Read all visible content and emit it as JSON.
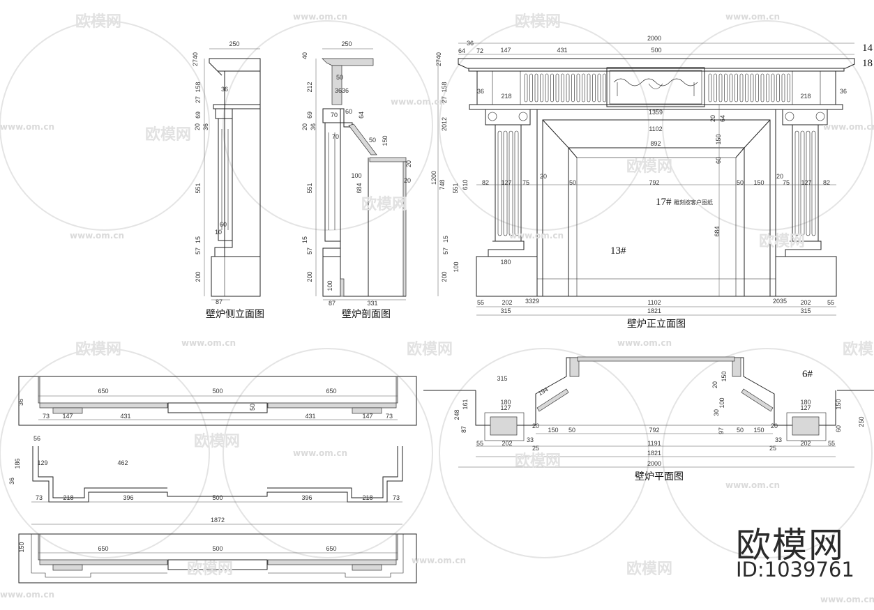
{
  "titles": {
    "side": "壁炉侧立面图",
    "section": "壁炉剖面图",
    "front": "壁炉正立面图",
    "plan": "壁炉平面图"
  },
  "labels": {
    "mark17": "17#",
    "carving_note": "雕刻按客户图纸",
    "mark13": "13#",
    "mark6": "6#",
    "edge14": "14",
    "edge18": "18"
  },
  "watermark": {
    "brand": "欧模网",
    "url": "www.om.cn",
    "id": "ID:1039761"
  },
  "dims": {
    "side": [
      "250",
      "2740",
      "158",
      "27",
      "36",
      "69",
      "20",
      "36",
      "551",
      "60",
      "10",
      "15",
      "57",
      "200",
      "87"
    ],
    "section": [
      "250",
      "40",
      "212",
      "50",
      "3636",
      "69",
      "70",
      "60",
      "64",
      "20",
      "36",
      "70",
      "50",
      "150",
      "20",
      "20",
      "100",
      "684",
      "551",
      "15",
      "57",
      "200",
      "100",
      "87",
      "331"
    ],
    "front": [
      "2000",
      "36",
      "64",
      "72",
      "147",
      "431",
      "500",
      "2740",
      "158",
      "27",
      "36",
      "218",
      "218",
      "36",
      "1359",
      "20",
      "64",
      "2012",
      "1102",
      "150",
      "892",
      "60",
      "1200",
      "748",
      "551",
      "610",
      "82",
      "127",
      "75",
      "20",
      "50",
      "792",
      "50",
      "150",
      "20",
      "75",
      "127",
      "82",
      "684",
      "15",
      "57",
      "180",
      "100",
      "200",
      "55",
      "202",
      "3329",
      "1102",
      "2035",
      "202",
      "55",
      "315",
      "1821",
      "315"
    ],
    "plan": [
      "315",
      "194",
      "150",
      "20",
      "180",
      "127",
      "180",
      "127",
      "248",
      "161",
      "100",
      "30",
      "150",
      "250",
      "87",
      "60",
      "20",
      "150",
      "50",
      "792",
      "97",
      "50",
      "150",
      "20",
      "33",
      "55",
      "202",
      "1191",
      "33",
      "202",
      "55",
      "25",
      "25",
      "1821",
      "2000"
    ],
    "plan_top": [
      "650",
      "500",
      "650",
      "36",
      "50",
      "73",
      "147",
      "431",
      "431",
      "147",
      "73"
    ],
    "plan_mid": [
      "56",
      "186",
      "129",
      "462",
      "36",
      "73",
      "218",
      "396",
      "500",
      "396",
      "218",
      "73",
      "1872"
    ],
    "plan_bot": [
      "150",
      "650",
      "500",
      "650"
    ]
  }
}
